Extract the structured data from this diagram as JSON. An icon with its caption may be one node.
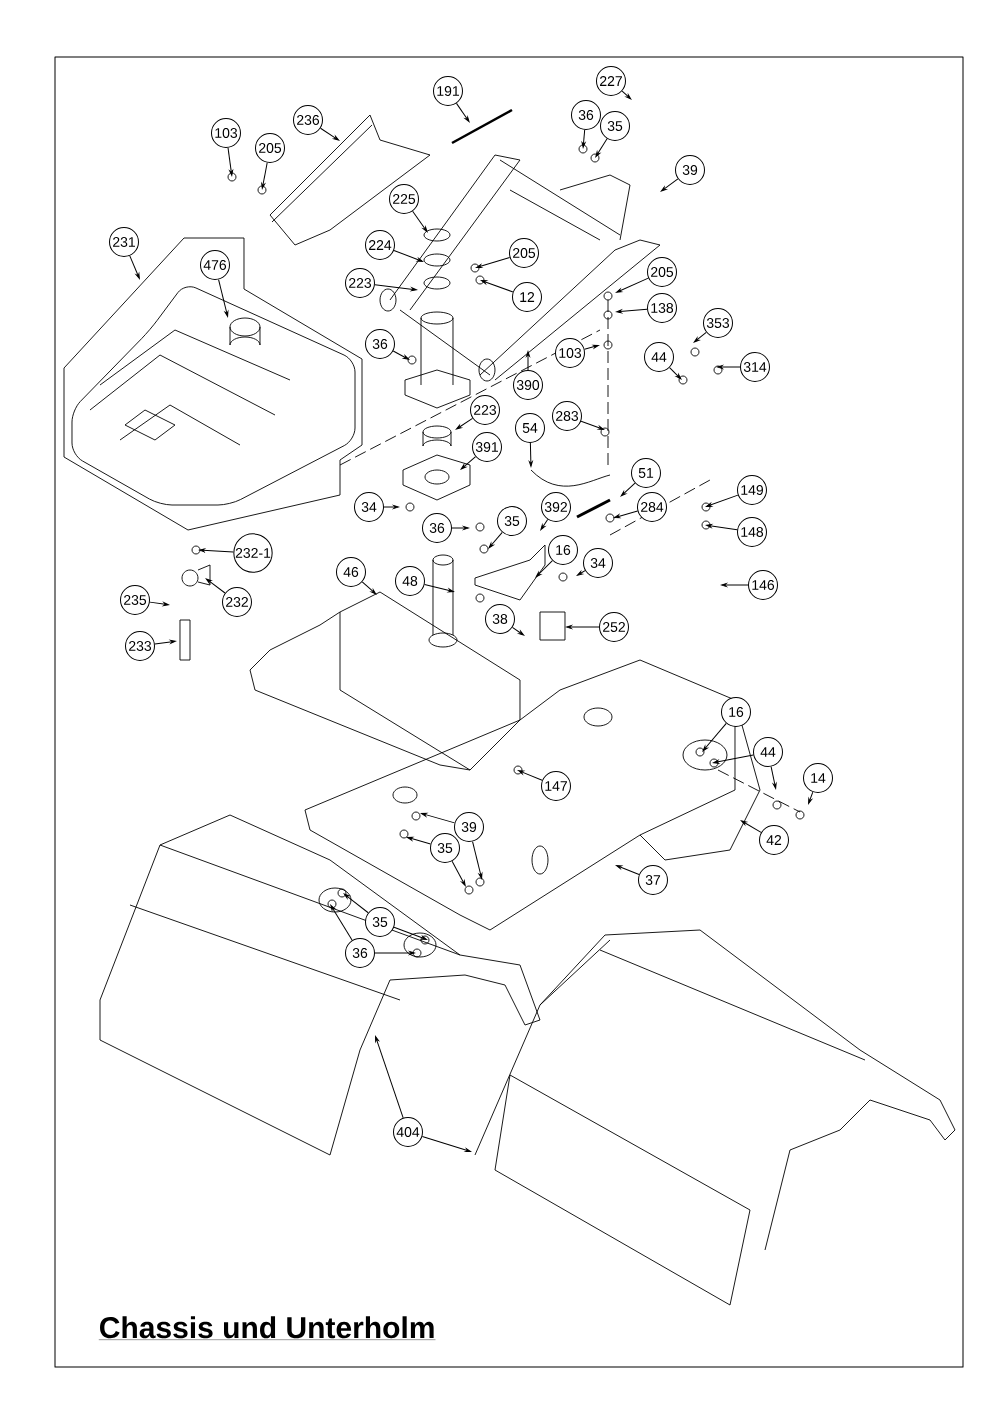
{
  "diagram": {
    "title": "Chassis und Unterholm",
    "nodes": [
      {
        "text": [
          "191"
        ]
      },
      {
        "text": [
          "227"
        ]
      },
      {
        "text": [
          "236"
        ]
      },
      {
        "text": [
          "103"
        ]
      },
      {
        "text": [
          "205"
        ]
      },
      {
        "text": [
          "36"
        ]
      },
      {
        "text": [
          "35"
        ]
      },
      {
        "text": [
          "225"
        ]
      },
      {
        "text": [
          "39"
        ]
      },
      {
        "text": [
          "231"
        ]
      },
      {
        "text": [
          "476"
        ]
      },
      {
        "text": [
          "224"
        ]
      },
      {
        "text": [
          "205"
        ]
      },
      {
        "text": [
          "223"
        ]
      },
      {
        "text": [
          "12"
        ]
      },
      {
        "text": [
          "205"
        ]
      },
      {
        "text": [
          "138"
        ]
      },
      {
        "text": [
          "353"
        ]
      },
      {
        "text": [
          "103"
        ]
      },
      {
        "text": [
          "36"
        ]
      },
      {
        "text": [
          "44"
        ]
      },
      {
        "text": [
          "314"
        ]
      },
      {
        "text": [
          "390"
        ]
      },
      {
        "text": [
          "223"
        ]
      },
      {
        "text": [
          "283"
        ]
      },
      {
        "text": [
          "54"
        ]
      },
      {
        "text": [
          "391"
        ]
      },
      {
        "text": [
          "51"
        ]
      },
      {
        "text": [
          "149"
        ]
      },
      {
        "text": [
          "34"
        ]
      },
      {
        "text": [
          "284"
        ]
      },
      {
        "text": [
          "36"
        ]
      },
      {
        "text": [
          "35"
        ]
      },
      {
        "text": [
          "232-1"
        ]
      },
      {
        "text": [
          "392"
        ]
      },
      {
        "text": [
          "148"
        ]
      },
      {
        "text": [
          "16"
        ]
      },
      {
        "text": [
          "34"
        ]
      },
      {
        "text": [
          "46"
        ]
      },
      {
        "text": [
          "232"
        ]
      },
      {
        "text": [
          "235"
        ]
      },
      {
        "text": [
          "146"
        ]
      },
      {
        "text": [
          "48"
        ]
      },
      {
        "text": [
          "38"
        ]
      },
      {
        "text": [
          "252"
        ]
      },
      {
        "text": [
          "233"
        ]
      },
      {
        "text": [
          "16"
        ]
      },
      {
        "text": [
          "44"
        ]
      },
      {
        "text": [
          "147"
        ]
      },
      {
        "text": [
          "14"
        ]
      },
      {
        "text": [
          "39"
        ]
      },
      {
        "text": [
          "35"
        ]
      },
      {
        "text": [
          "35"
        ]
      },
      {
        "text": [
          "36"
        ]
      },
      {
        "text": [
          "37"
        ]
      },
      {
        "text": [
          "42"
        ]
      },
      {
        "text": [
          "404"
        ]
      }
    ],
    "edges": [
      {
        "from": 0,
        "to": null,
        "arrow": "to"
      },
      {
        "from": 1,
        "to": null,
        "arrow": "to"
      },
      {
        "from": 2,
        "to": null,
        "arrow": "to"
      },
      {
        "from": 3,
        "to": null,
        "arrow": "to"
      },
      {
        "from": 4,
        "to": null,
        "arrow": "to"
      },
      {
        "from": 5,
        "to": null,
        "arrow": "to"
      },
      {
        "from": 6,
        "to": null,
        "arrow": "to"
      },
      {
        "from": 7,
        "to": null,
        "arrow": "to"
      },
      {
        "from": 8,
        "to": null,
        "arrow": "to"
      },
      {
        "from": 9,
        "to": null,
        "arrow": "to"
      },
      {
        "from": 10,
        "to": null,
        "arrow": "to"
      },
      {
        "from": 11,
        "to": null,
        "arrow": "to"
      },
      {
        "from": 12,
        "to": null,
        "arrow": "to"
      },
      {
        "from": 13,
        "to": null,
        "arrow": "to"
      },
      {
        "from": 14,
        "to": null,
        "arrow": "to"
      },
      {
        "from": 15,
        "to": null,
        "arrow": "to"
      },
      {
        "from": 16,
        "to": null,
        "arrow": "to"
      },
      {
        "from": 17,
        "to": null,
        "arrow": "to"
      },
      {
        "from": 18,
        "to": null,
        "arrow": "to"
      },
      {
        "from": 19,
        "to": null,
        "arrow": "to"
      },
      {
        "from": 20,
        "to": null,
        "arrow": "to"
      },
      {
        "from": 21,
        "to": null,
        "arrow": "to"
      },
      {
        "from": 22,
        "to": null,
        "arrow": "to"
      },
      {
        "from": 23,
        "to": null,
        "arrow": "to"
      },
      {
        "from": 24,
        "to": null,
        "arrow": "to"
      },
      {
        "from": 25,
        "to": null,
        "arrow": "to"
      },
      {
        "from": 26,
        "to": null,
        "arrow": "to"
      },
      {
        "from": 27,
        "to": null,
        "arrow": "to"
      },
      {
        "from": 28,
        "to": null,
        "arrow": "to"
      },
      {
        "from": 29,
        "to": null,
        "arrow": "to"
      },
      {
        "from": 30,
        "to": null,
        "arrow": "to"
      },
      {
        "from": 31,
        "to": null,
        "arrow": "to"
      },
      {
        "from": 32,
        "to": null,
        "arrow": "to"
      },
      {
        "from": 33,
        "to": null,
        "arrow": "to"
      },
      {
        "from": 34,
        "to": null,
        "arrow": "to"
      },
      {
        "from": 35,
        "to": null,
        "arrow": "to"
      },
      {
        "from": 36,
        "to": null,
        "arrow": "to"
      },
      {
        "from": 37,
        "to": null,
        "arrow": "to"
      },
      {
        "from": 38,
        "to": null,
        "arrow": "to"
      },
      {
        "from": 39,
        "to": null,
        "arrow": "to"
      },
      {
        "from": 40,
        "to": null,
        "arrow": "to"
      },
      {
        "from": 41,
        "to": null,
        "arrow": "to"
      },
      {
        "from": 42,
        "to": null,
        "arrow": "to"
      },
      {
        "from": 43,
        "to": null,
        "arrow": "to"
      },
      {
        "from": 44,
        "to": null,
        "arrow": "to"
      },
      {
        "from": 45,
        "to": null,
        "arrow": "to"
      },
      {
        "from": 46,
        "to": null,
        "arrow": "to"
      },
      {
        "from": 47,
        "to": null,
        "arrow": "to"
      },
      {
        "from": 47,
        "to": null,
        "arrow": "to"
      },
      {
        "from": 48,
        "to": null,
        "arrow": "to"
      },
      {
        "from": 49,
        "to": null,
        "arrow": "to"
      },
      {
        "from": 50,
        "to": null,
        "arrow": "to"
      },
      {
        "from": 50,
        "to": null,
        "arrow": "to"
      },
      {
        "from": 51,
        "to": null,
        "arrow": "to"
      },
      {
        "from": 51,
        "to": null,
        "arrow": "to"
      },
      {
        "from": 52,
        "to": null,
        "arrow": "to"
      },
      {
        "from": 52,
        "to": null,
        "arrow": "to"
      },
      {
        "from": 53,
        "to": null,
        "arrow": "to"
      },
      {
        "from": 53,
        "to": null,
        "arrow": "to"
      },
      {
        "from": 54,
        "to": null,
        "arrow": "to"
      },
      {
        "from": 55,
        "to": null,
        "arrow": "to"
      },
      {
        "from": 56,
        "to": null,
        "arrow": "to"
      },
      {
        "from": 56,
        "to": null,
        "arrow": "to"
      }
    ]
  }
}
